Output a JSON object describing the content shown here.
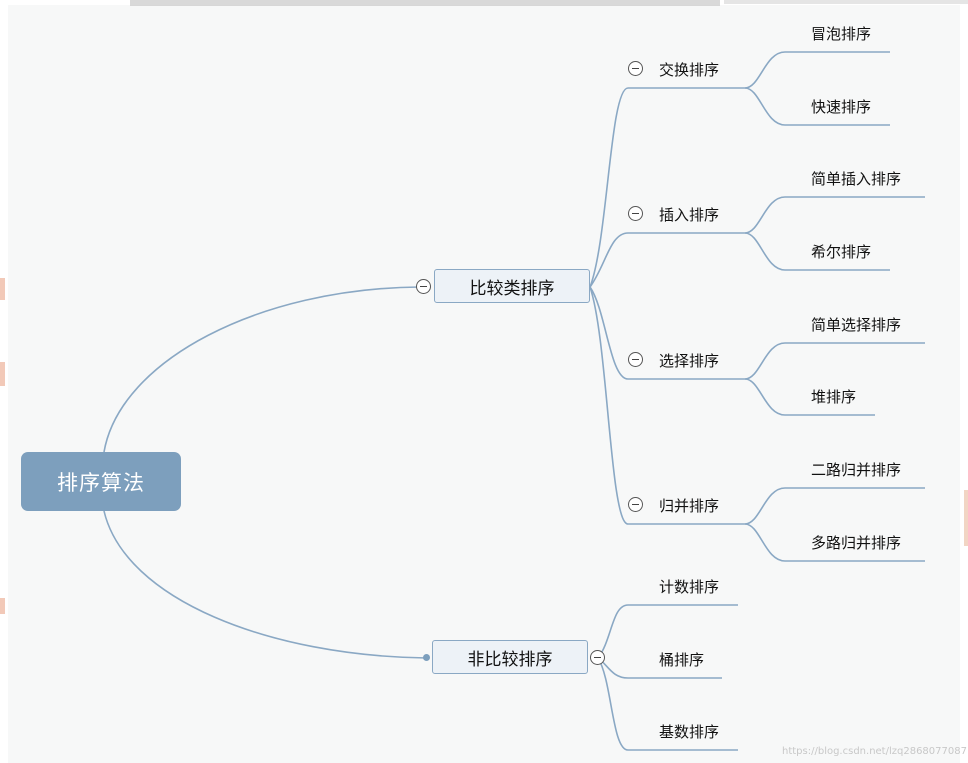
{
  "root": {
    "label": "排序算法"
  },
  "branches": {
    "comparison": {
      "label": "比较类排序",
      "groups": [
        {
          "label": "交换排序",
          "children": [
            "冒泡排序",
            "快速排序"
          ]
        },
        {
          "label": "插入排序",
          "children": [
            "简单插入排序",
            "希尔排序"
          ]
        },
        {
          "label": "选择排序",
          "children": [
            "简单选择排序",
            "堆排序"
          ]
        },
        {
          "label": "归并排序",
          "children": [
            "二路归并排序",
            "多路归并排序"
          ]
        }
      ]
    },
    "non_comparison": {
      "label": "非比较排序",
      "children": [
        "计数排序",
        "桶排序",
        "基数排序"
      ]
    }
  },
  "watermark": "https://blog.csdn.net/lzq2868077087",
  "colors": {
    "root_fill": "#7d9fbd",
    "branch_fill": "#edf2f7",
    "branch_border": "#8aa8c4",
    "line": "#8aa8c4"
  }
}
